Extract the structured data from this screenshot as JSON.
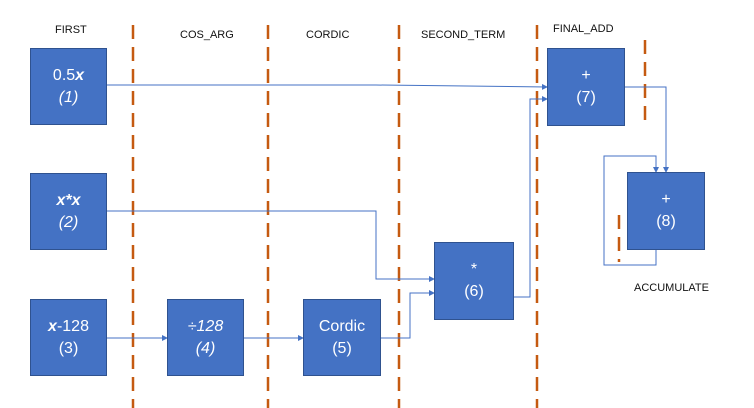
{
  "stages": [
    "FIRST",
    "COS_ARG",
    "CORDIC",
    "SECOND_TERM",
    "FINAL_ADD"
  ],
  "nodes": {
    "n1": {
      "op_main": "0.5",
      "op_var": "x",
      "index": "(1)"
    },
    "n2": {
      "op": "x*x",
      "index": "(2)"
    },
    "n3": {
      "op_var": "x",
      "op_rest": "-128",
      "index": "(3)"
    },
    "n4": {
      "op": "÷128",
      "index": "(4)"
    },
    "n5": {
      "op": "Cordic",
      "index": "(5)"
    },
    "n6": {
      "op": "*",
      "index": "(6)"
    },
    "n7": {
      "op": "+",
      "index": "(7)"
    },
    "n8": {
      "op": "+",
      "index": "(8)"
    }
  },
  "accumulate_label": "ACCUMULATE",
  "colors": {
    "box_fill": "#4472c4",
    "box_border": "#2f528f",
    "wire": "#4472c4",
    "divider": "#c55a11"
  }
}
